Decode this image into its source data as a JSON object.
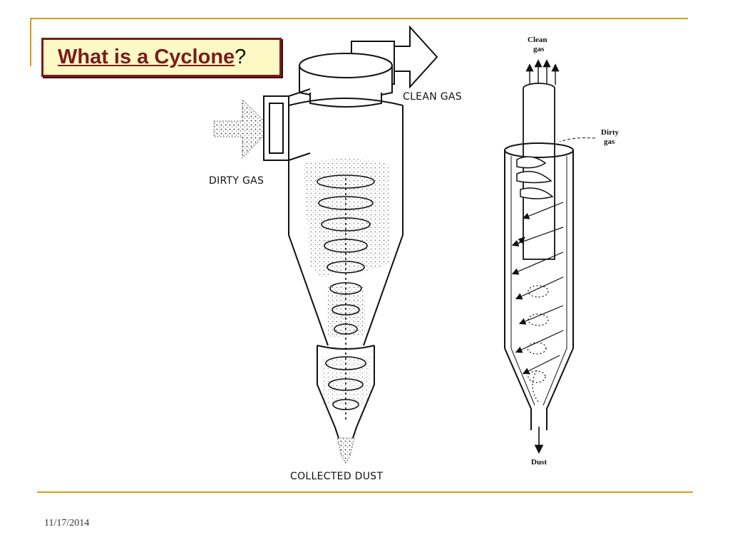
{
  "slide": {
    "title_main": "What is a Cyclone",
    "title_suffix": "?",
    "date": "11/17/2014",
    "accent_color": "#d4a017",
    "title_color": "#7a1c1c",
    "title_bg": "#fdf9c4"
  },
  "left_diagram": {
    "labels": {
      "clean_gas": "CLEAN GAS",
      "dirty_gas": "DIRTY GAS",
      "collected_dust": "COLLECTED DUST"
    }
  },
  "right_diagram": {
    "labels": {
      "clean_gas_line1": "Clean",
      "clean_gas_line2": "gas",
      "dirty_gas_line1": "Dirty",
      "dirty_gas_line2": "gas",
      "dust": "Dust"
    }
  }
}
